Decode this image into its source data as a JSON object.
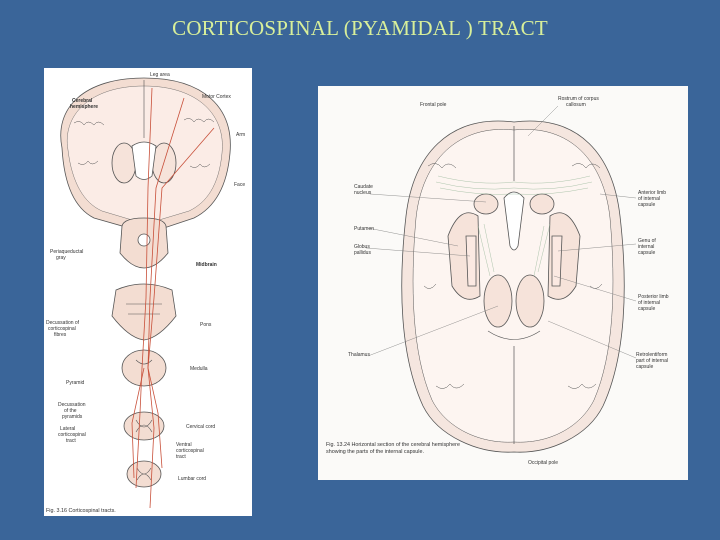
{
  "slide": {
    "title": "CORTICOSPINAL (PYAMIDAL ) TRACT"
  },
  "left_figure": {
    "labels": {
      "leg_area": "Leg area",
      "cerebral": "Cerebral",
      "hemisphere": "hemisphere",
      "motor_cortex": "Motor Cortex",
      "arm": "Arm",
      "face": "Face",
      "periaqueductal": "Periaqueductal",
      "gray": "gray",
      "midbrain": "Midbrain",
      "pons": "Pons",
      "decussation": "Decussation of",
      "corticospinal": "corticospinal",
      "fibres": "fibres",
      "medulla": "Medulla",
      "pyramid": "Pyramid",
      "decussation2": "Decussation",
      "of_the": "of the",
      "pyramids": "pyramids",
      "lateral": "Lateral",
      "lat_cst": "corticospinal",
      "tract": "tract",
      "cervical_cord": "Cervical cord",
      "ventral": "Ventral",
      "ventral_cst": "corticospinal",
      "ventral_tract": "tract",
      "lumbar_cord": "Lumbar cord"
    },
    "caption": "Fig. 3.16 Corticospinal tracts."
  },
  "right_figure": {
    "labels": {
      "frontal_pole": "Frontal pole",
      "rostrum_1": "Rostrum of corpus",
      "rostrum_2": "callosum",
      "caudate_1": "Caudate",
      "caudate_2": "nucleus",
      "anterior_1": "Anterior limb",
      "anterior_2": "of internal",
      "anterior_3": "capsule",
      "putamen": "Putamen",
      "globus_1": "Globus",
      "globus_2": "pallidus",
      "genu_1": "Genu of",
      "genu_2": "internal",
      "genu_3": "capsule",
      "posterior_1": "Posterior limb",
      "posterior_2": "of internal",
      "posterior_3": "capsule",
      "thalamus": "Thalamus",
      "retro_1": "Retrolentiform",
      "retro_2": "part of internal",
      "retro_3": "capsule",
      "occipital_pole": "Occipital pole"
    },
    "caption_line1": "Fig. 13.24  Horizontal section of the cerebral hemisphere",
    "caption_line2": "showing the parts of the internal capsule."
  },
  "colors": {
    "background": "#3a6599",
    "title": "#d8ef9a",
    "tract": "#c8503a",
    "tissue": "#f1d9cf",
    "outline": "#555555"
  }
}
